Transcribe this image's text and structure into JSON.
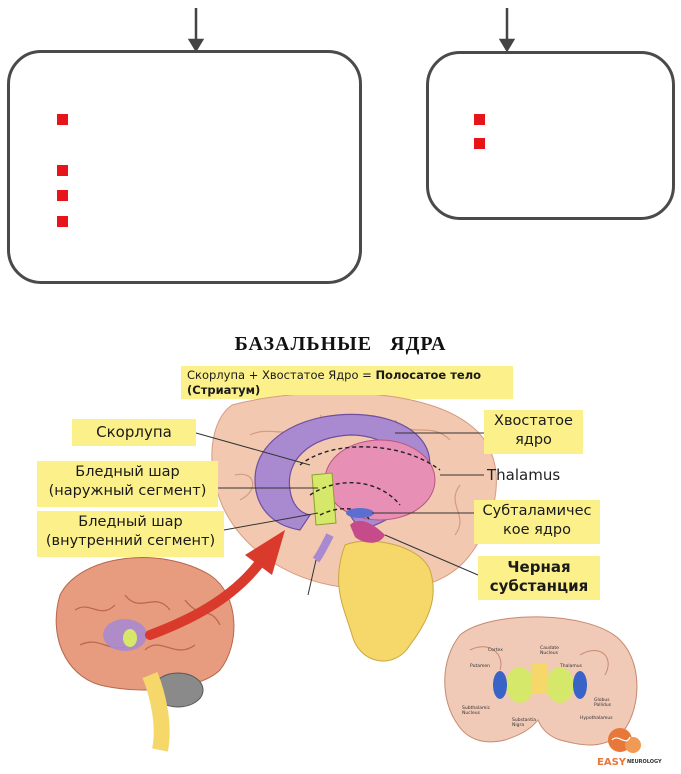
{
  "title": "БАЗАЛЬНЫЕ   ЯДРА",
  "striatum_note": {
    "prefix": "Скорлупа + Хвостатое Ядро = ",
    "bold": "Полосатое тело",
    "bold2": "(Стриатум)"
  },
  "labels": {
    "putamen": "Скорлупа",
    "gp_external": "Бледный шар\n(наружный сегмент)",
    "gp_internal": "Бледный шар\n(внутренний сегмент)",
    "caudate": "Хвостатое\nядро",
    "thalamus": "Thalamus",
    "subthalamic": "Субталамичес\nкое ядро",
    "substantia_nigra": "Черная\nсубстанция"
  },
  "coronal_labels": {
    "cortex": "Cortex",
    "caudate": "Caudate\nNucleus",
    "putamen": "Putamen",
    "thalamus": "Thalamus",
    "gp": "Globus\nPallidus",
    "stn": "Subthalamic\nNucleus",
    "sn": "Substantia\nNigra",
    "hypo": "Hypothalamus"
  },
  "logo": {
    "easy": "EASY",
    "neuro": "NEUROLOGY"
  },
  "colors": {
    "bullet": "#e8141b",
    "label_bg": "#fbf08a",
    "box_border": "#4a4a4a"
  }
}
